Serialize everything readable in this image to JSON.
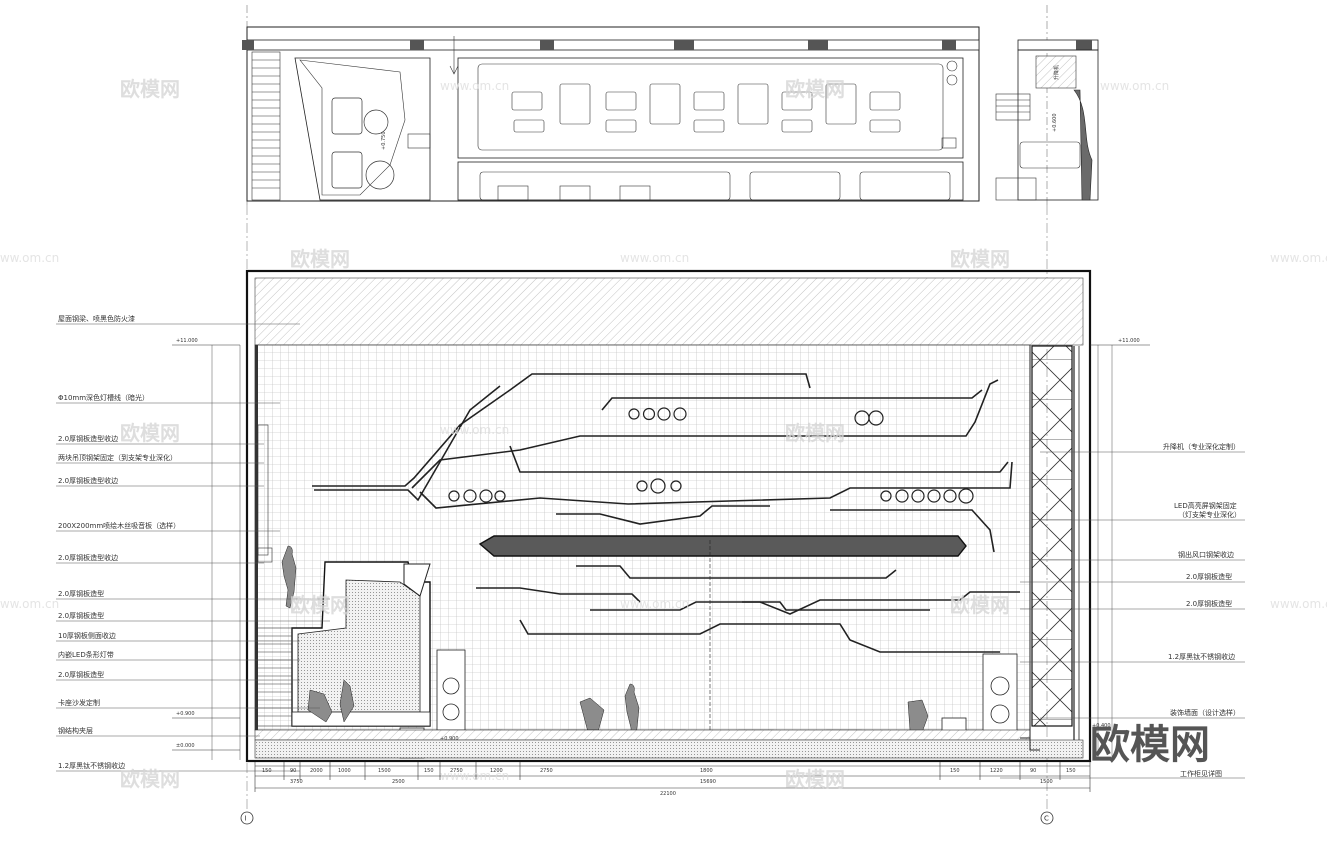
{
  "left_labels": [
    "屋面钢梁、喷黑色防火漆",
    "Φ10mm深色灯槽线（暗光）",
    "2.0厚钢板造型收边",
    "两块吊顶钢架固定（到支架专业深化）",
    "2.0厚钢板造型收边",
    "200X200mm喷绘木丝吸音板（选样）",
    "2.0厚钢板造型收边",
    "2.0厚钢板造型",
    "2.0厚钢板造型",
    "10厚钢板侧面收边",
    "内嵌LED条形灯带",
    "2.0厚钢板造型",
    "卡座沙发定制",
    "钢结构夹层",
    "1.2厚黑钛不锈钢收边"
  ],
  "right_labels": [
    "升降机（专业深化定制）",
    "LED高亮屏钢架固定",
    "（灯支架专业深化）",
    "钢出风口钢架收边",
    "2.0厚钢板造型",
    "2.0厚钢板造型",
    "1.2厚黑钛不锈钢收边",
    "装饰墙面（设计选样）",
    "工作柜见详图"
  ],
  "elevations": {
    "top_left": "+11.000",
    "top_right": "+11.000",
    "mezz": "+0.900",
    "ground": "±0.000",
    "stage": "+0.900",
    "plan_a": "+0.750",
    "plan_b": "+0.600",
    "right_small": "+0.400"
  },
  "plan_text": "升降机",
  "axis_left": "I",
  "axis_right": "C",
  "dims_row1": [
    "150",
    "90",
    "2000",
    "1000",
    "1500",
    "150",
    "2750",
    "1200",
    "2750",
    "1800",
    "150",
    "1220",
    "90",
    "150"
  ],
  "dims_row2": [
    "3750",
    "2500",
    "15690",
    "1500"
  ],
  "dims_total": "22100",
  "watermark_text": "欧模网",
  "watermark_url": "www.om.cn",
  "big_watermark": "欧模网"
}
